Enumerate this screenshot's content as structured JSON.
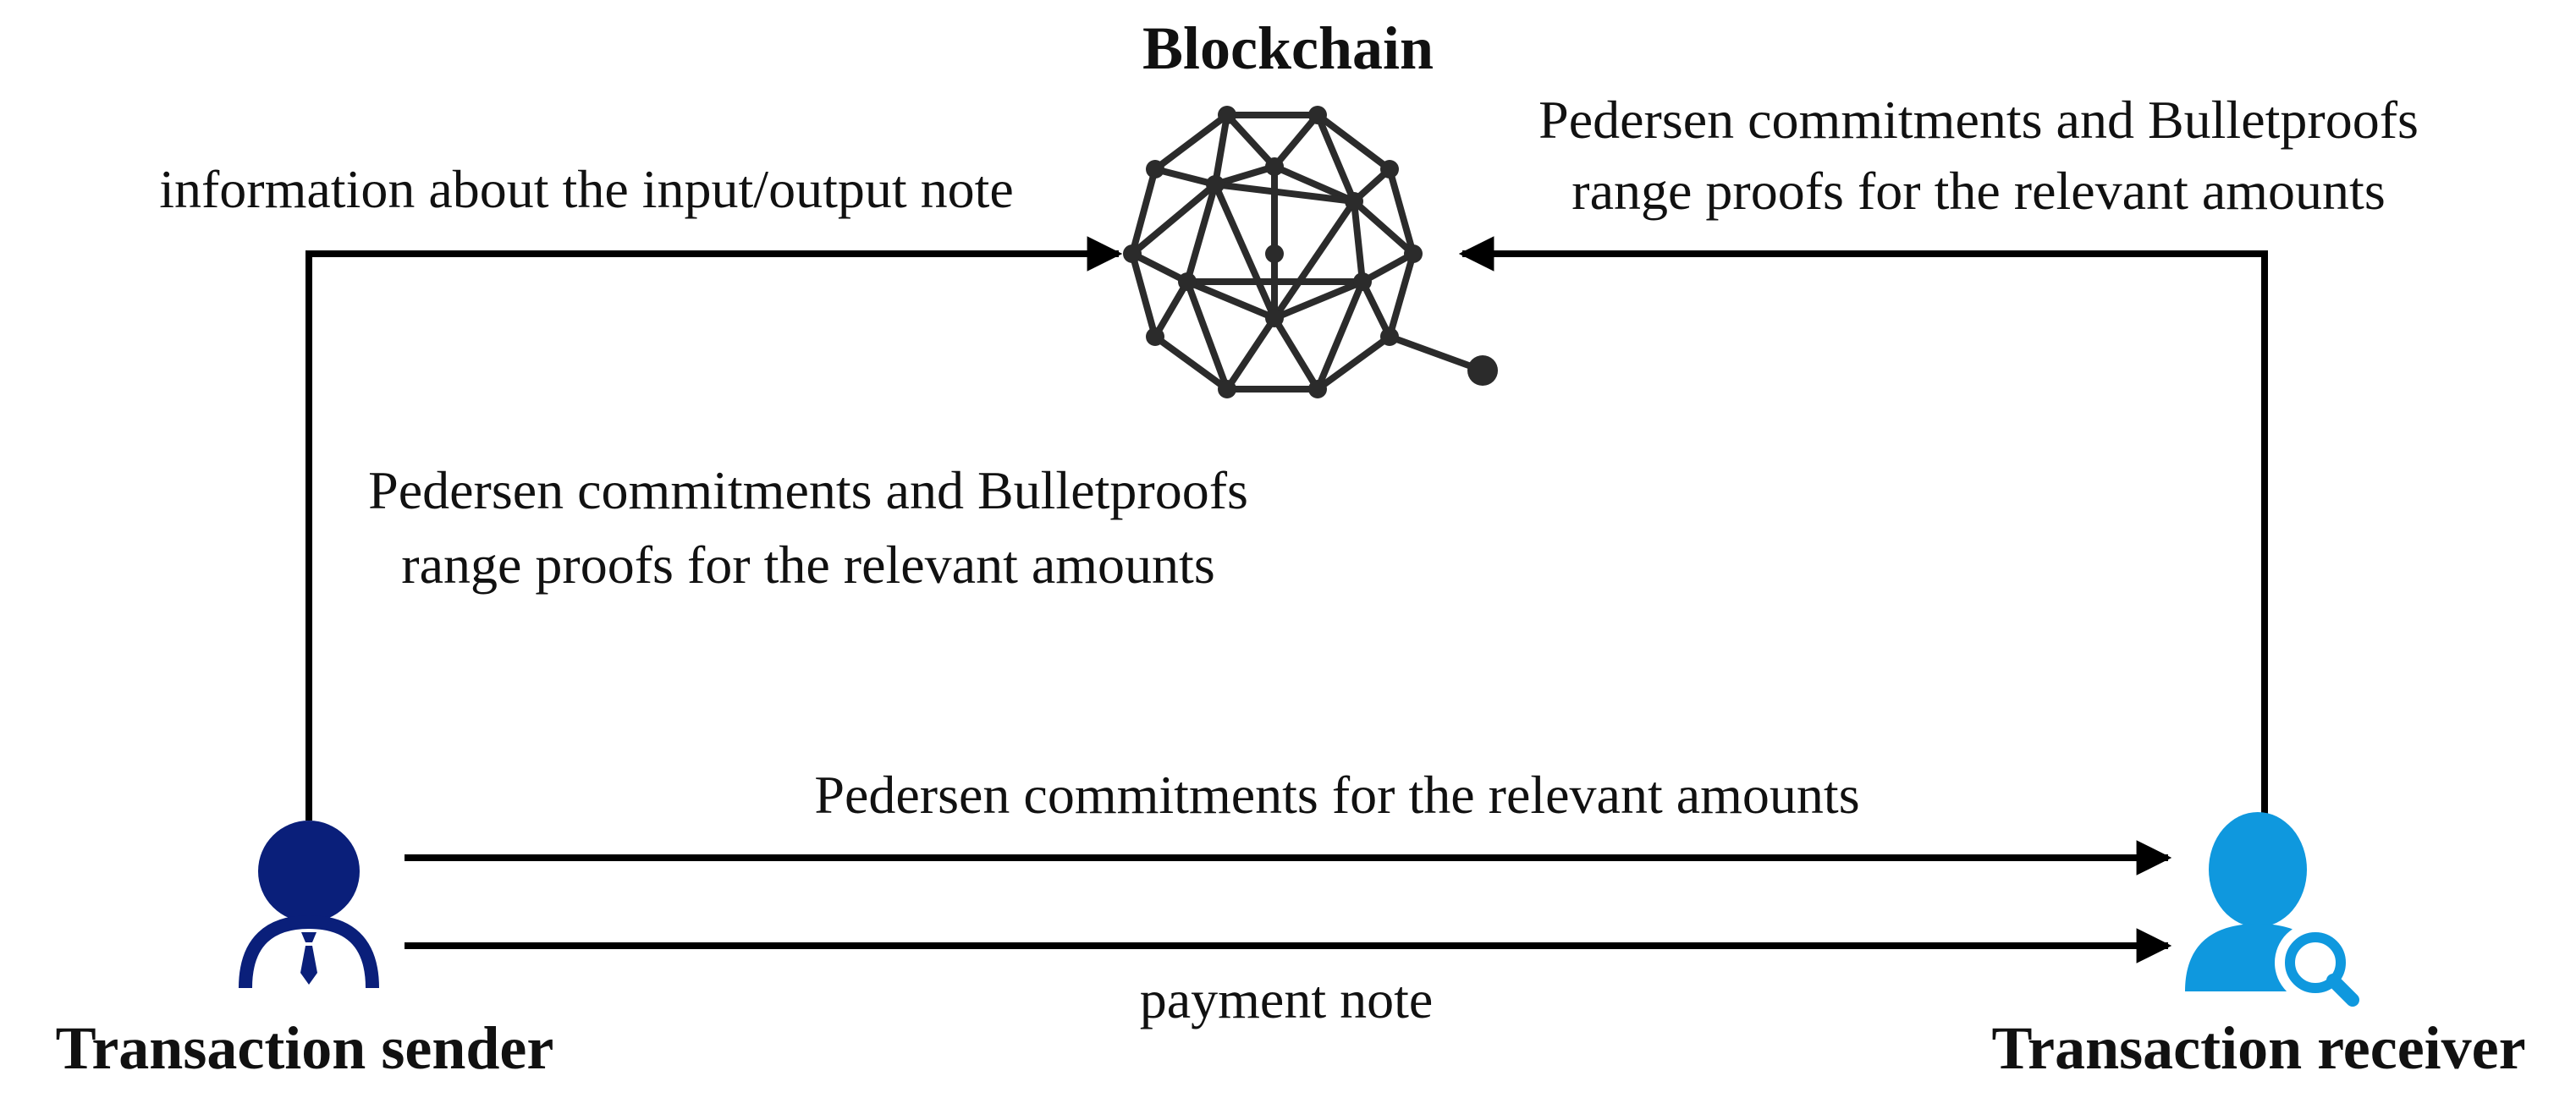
{
  "nodes": {
    "blockchain": {
      "title": "Blockchain",
      "icon": "blockchain-network-icon",
      "color": "#2b2b2b"
    },
    "sender": {
      "title": "Transaction sender",
      "icon": "user-with-tie-icon",
      "color": "#0a1f7a"
    },
    "receiver": {
      "title": "Transaction receiver",
      "icon": "user-search-icon",
      "color": "#0f98de"
    }
  },
  "edges": {
    "sender_to_blockchain_top": "information about the input/output note",
    "sender_to_blockchain_middle": {
      "line1": "Pedersen commitments and Bulletproofs",
      "line2": "range proofs for the relevant amounts"
    },
    "receiver_to_blockchain": {
      "line1": "Pedersen commitments and Bulletproofs",
      "line2": "range proofs for the relevant amounts"
    },
    "sender_to_receiver_commitments": "Pedersen commitments for the relevant amounts",
    "sender_to_receiver_payment": "payment note"
  },
  "colors": {
    "arrow": "#000000",
    "text": "#111111"
  }
}
